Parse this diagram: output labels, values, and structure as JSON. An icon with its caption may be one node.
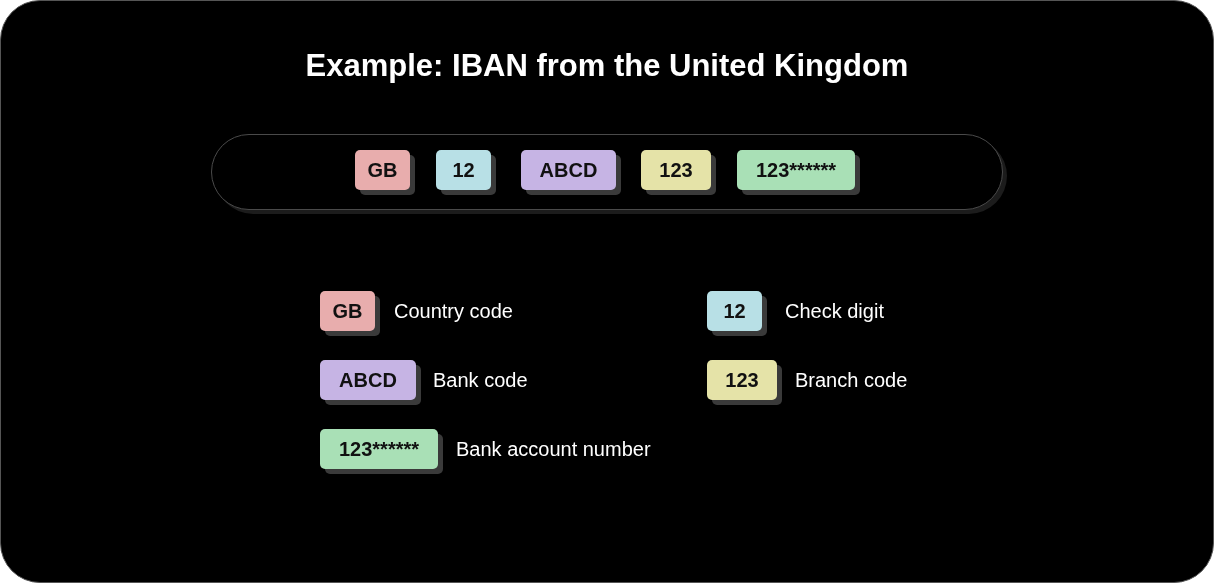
{
  "diagram": {
    "title": "Example: IBAN from the United Kingdom",
    "nodes": [
      {
        "text": [],
        "shape": "box"
      },
      {
        "text": [
          "GB"
        ],
        "in": 0
      },
      {
        "text": [
          "12"
        ],
        "in": 0
      },
      {
        "text": [
          "ABCD"
        ],
        "in": 0
      },
      {
        "text": [
          "123"
        ],
        "in": 0
      },
      {
        "text": [
          "123******"
        ],
        "in": 0
      },
      {
        "text": [
          "GB"
        ],
        "beside": [
          "Country code"
        ]
      },
      {
        "text": [
          "12"
        ],
        "beside": [
          "Check digit"
        ]
      },
      {
        "text": [
          "ABCD"
        ],
        "beside": [
          "Bank code"
        ]
      },
      {
        "text": [
          "123"
        ],
        "beside": [
          "Branch code"
        ]
      },
      {
        "text": [
          "123******"
        ],
        "beside": [
          "Bank account number"
        ]
      }
    ]
  }
}
